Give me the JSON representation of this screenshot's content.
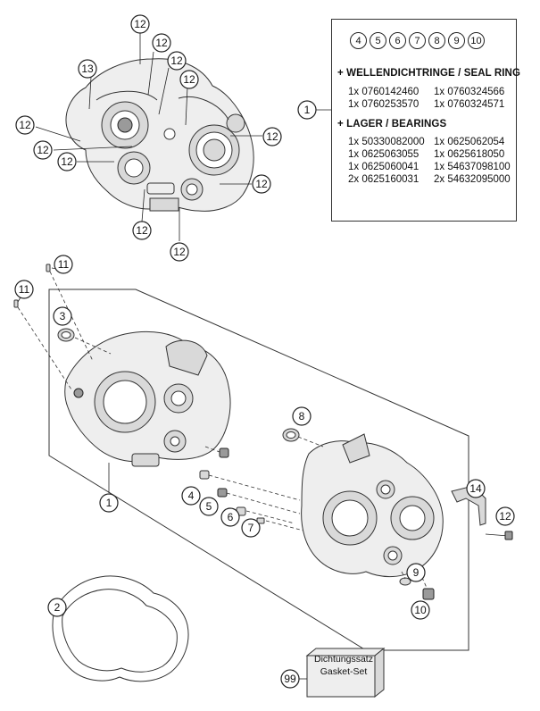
{
  "info_box": {
    "numbers": [
      "4",
      "5",
      "6",
      "7",
      "8",
      "9",
      "10"
    ],
    "seal_heading": "+ WELLENDICHTRINGE / SEAL RING",
    "seal_items": [
      "1x 0760142460",
      "1x 0760324566",
      "1x 0760253570",
      "1x 0760324571"
    ],
    "bearing_heading": "+ LAGER / BEARINGS",
    "bearing_items": [
      "1x 50330082000",
      "1x 0625062054",
      "1x 0625063055",
      "1x 0625618050",
      "1x 0625060041",
      "1x 54637098100",
      "2x 0625160031",
      "2x 54632095000"
    ]
  },
  "callouts": {
    "c1_box": "1",
    "c1_main": "1",
    "c2": "2",
    "c3": "3",
    "c4": "4",
    "c5": "5",
    "c6": "6",
    "c7": "7",
    "c8": "8",
    "c9": "9",
    "c10": "10",
    "c11": "11",
    "c12": "12",
    "c13": "13",
    "c14": "14",
    "c99": "99"
  },
  "gasket_box": {
    "line1": "Dichtungssatz",
    "line2": "Gasket-Set"
  }
}
